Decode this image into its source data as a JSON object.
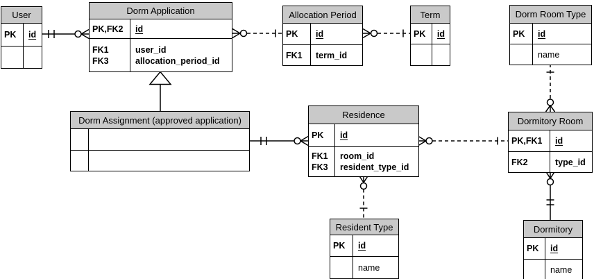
{
  "colors": {
    "header_fill": "#c9c9c9",
    "border": "#000000",
    "background": "#ffffff"
  },
  "entities": {
    "user": {
      "title": "User",
      "rows": [
        {
          "key": "PK",
          "attr": "id"
        },
        {
          "key": "",
          "attr": ""
        }
      ]
    },
    "dorm_application": {
      "title": "Dorm Application",
      "rows": [
        {
          "key": "PK,FK2",
          "attr": "id"
        },
        {
          "keys": [
            "FK1",
            "FK3"
          ],
          "attrs": [
            "user_id",
            "allocation_period_id"
          ]
        }
      ]
    },
    "allocation_period": {
      "title": "Allocation Period",
      "rows": [
        {
          "key": "PK",
          "attr": "id"
        },
        {
          "key": "FK1",
          "attr": "term_id"
        }
      ]
    },
    "term": {
      "title": "Term",
      "rows": [
        {
          "key": "PK",
          "attr": "id"
        },
        {
          "key": "",
          "attr": ""
        }
      ]
    },
    "dorm_room_type": {
      "title": "Dorm Room Type",
      "rows": [
        {
          "key": "PK",
          "attr": "id"
        },
        {
          "key": "",
          "attr": "name"
        }
      ]
    },
    "dorm_assignment": {
      "title": "Dorm Assignment (approved application)",
      "rows": [
        {
          "key": "",
          "attr": ""
        },
        {
          "key": "",
          "attr": ""
        }
      ]
    },
    "residence": {
      "title": "Residence",
      "rows": [
        {
          "key": "PK",
          "attr": "id"
        },
        {
          "keys": [
            "FK1",
            "FK3"
          ],
          "attrs": [
            "room_id",
            "resident_type_id"
          ]
        }
      ]
    },
    "dormitory_room": {
      "title": "Dormitory Room",
      "rows": [
        {
          "key": "PK,FK1",
          "attr": "id"
        },
        {
          "key": "FK2",
          "attr": "type_id"
        }
      ]
    },
    "resident_type": {
      "title": "Resident Type",
      "rows": [
        {
          "key": "PK",
          "attr": "id"
        },
        {
          "key": "",
          "attr": "name"
        }
      ]
    },
    "dormitory": {
      "title": "Dormitory",
      "rows": [
        {
          "key": "PK",
          "attr": "id"
        },
        {
          "key": "",
          "attr": "name"
        }
      ]
    }
  },
  "relationships": [
    {
      "one_side": "User",
      "many_side": "Dorm Application",
      "one_cardinality": "exactly-one",
      "many_cardinality": "zero-or-many",
      "line": "solid"
    },
    {
      "one_side": "Allocation Period",
      "many_side": "Dorm Application",
      "one_cardinality": "one",
      "many_cardinality": "zero-or-many",
      "line": "dashed"
    },
    {
      "one_side": "Term",
      "many_side": "Allocation Period",
      "one_cardinality": "one",
      "many_cardinality": "zero-or-many",
      "line": "dashed"
    },
    {
      "one_side": "Dorm Room Type",
      "many_side": "Dormitory Room",
      "one_cardinality": "one",
      "many_cardinality": "zero-or-many",
      "line": "dashed"
    },
    {
      "one_side": "Dorm Assignment (approved application)",
      "many_side": "Residence",
      "one_cardinality": "exactly-one",
      "many_cardinality": "zero-or-many",
      "line": "solid"
    },
    {
      "one_side": "Dormitory Room",
      "many_side": "Residence",
      "one_cardinality": "one",
      "many_cardinality": "zero-or-many",
      "line": "dashed"
    },
    {
      "one_side": "Resident Type",
      "many_side": "Residence",
      "one_cardinality": "one",
      "many_cardinality": "zero-or-many",
      "line": "dashed"
    },
    {
      "one_side": "Dormitory",
      "many_side": "Dormitory Room",
      "one_cardinality": "exactly-one",
      "many_cardinality": "zero-or-many",
      "line": "solid"
    },
    {
      "parent": "Dorm Application",
      "child": "Dorm Assignment (approved application)",
      "type": "inheritance"
    }
  ]
}
